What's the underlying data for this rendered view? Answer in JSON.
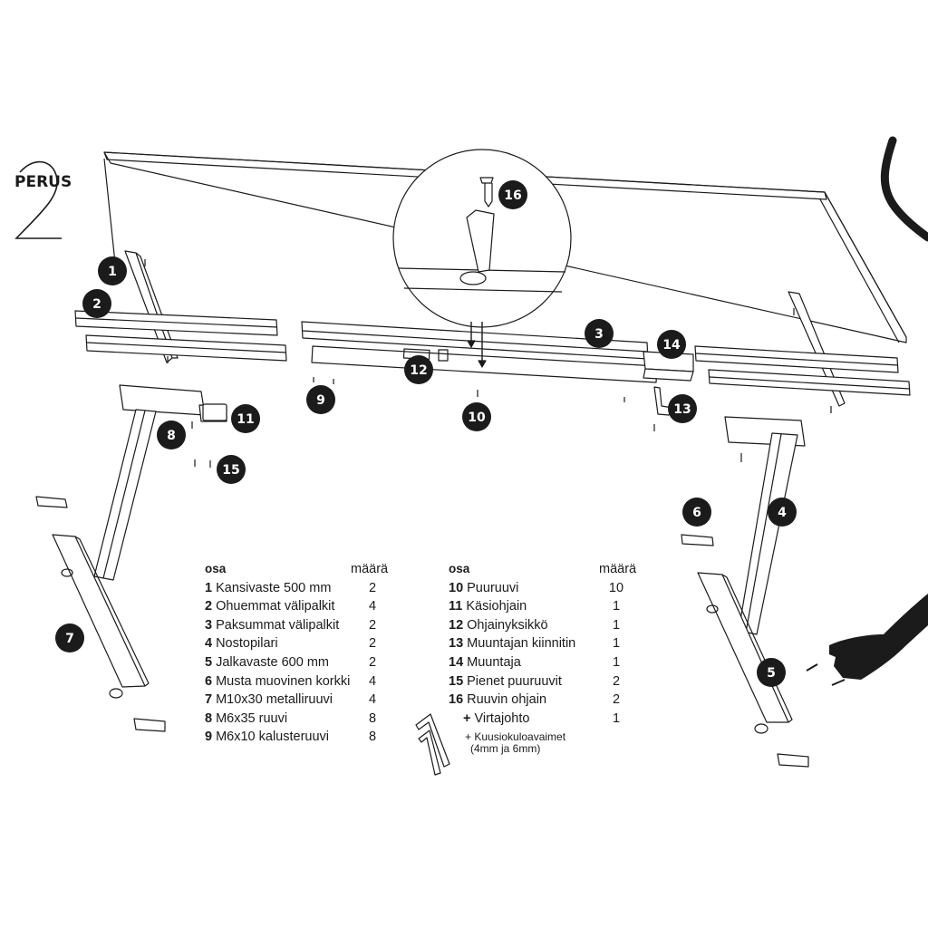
{
  "logo": {
    "word": "PERUS",
    "numeral": "2"
  },
  "callouts": [
    "1",
    "2",
    "3",
    "4",
    "5",
    "6",
    "7",
    "8",
    "9",
    "10",
    "11",
    "12",
    "13",
    "14",
    "15",
    "16"
  ],
  "colors": {
    "ink": "#1b1b1b",
    "badge": "#1b1b1b",
    "paper": "#ffffff"
  },
  "parts_table": {
    "header_part": "osa",
    "header_qty": "määrä",
    "left": [
      {
        "num": "1",
        "name": "Kansivaste 500 mm",
        "qty": "2"
      },
      {
        "num": "2",
        "name": "Ohuemmat välipalkit",
        "qty": "4"
      },
      {
        "num": "3",
        "name": "Paksummat välipalkit",
        "qty": "2"
      },
      {
        "num": "4",
        "name": "Nostopilari",
        "qty": "2"
      },
      {
        "num": "5",
        "name": "Jalkavaste 600 mm",
        "qty": "2"
      },
      {
        "num": "6",
        "name": "Musta muovinen korkki",
        "qty": "4"
      },
      {
        "num": "7",
        "name": "M10x30 metalliruuvi",
        "qty": "4"
      },
      {
        "num": "8",
        "name": "M6x35 ruuvi",
        "qty": "8"
      },
      {
        "num": "9",
        "name": "M6x10 kalusteruuvi",
        "qty": "8"
      }
    ],
    "right": [
      {
        "num": "10",
        "name": "Puuruuvi",
        "qty": "10"
      },
      {
        "num": "11",
        "name": "Käsiohjain",
        "qty": "1"
      },
      {
        "num": "12",
        "name": "Ohjainyksikkö",
        "qty": "1"
      },
      {
        "num": "13",
        "name": "Muuntajan kiinnitin",
        "qty": "1"
      },
      {
        "num": "14",
        "name": "Muuntaja",
        "qty": "1"
      },
      {
        "num": "15",
        "name": "Pienet puuruuvit",
        "qty": "2"
      },
      {
        "num": "16",
        "name": "Ruuvin ohjain",
        "qty": "2"
      },
      {
        "num": "+",
        "name": "Virtajohto",
        "qty": "1"
      }
    ],
    "extra_line1": "+ Kuusiokuloavaimet",
    "extra_line2": "(4mm ja 6mm)"
  }
}
